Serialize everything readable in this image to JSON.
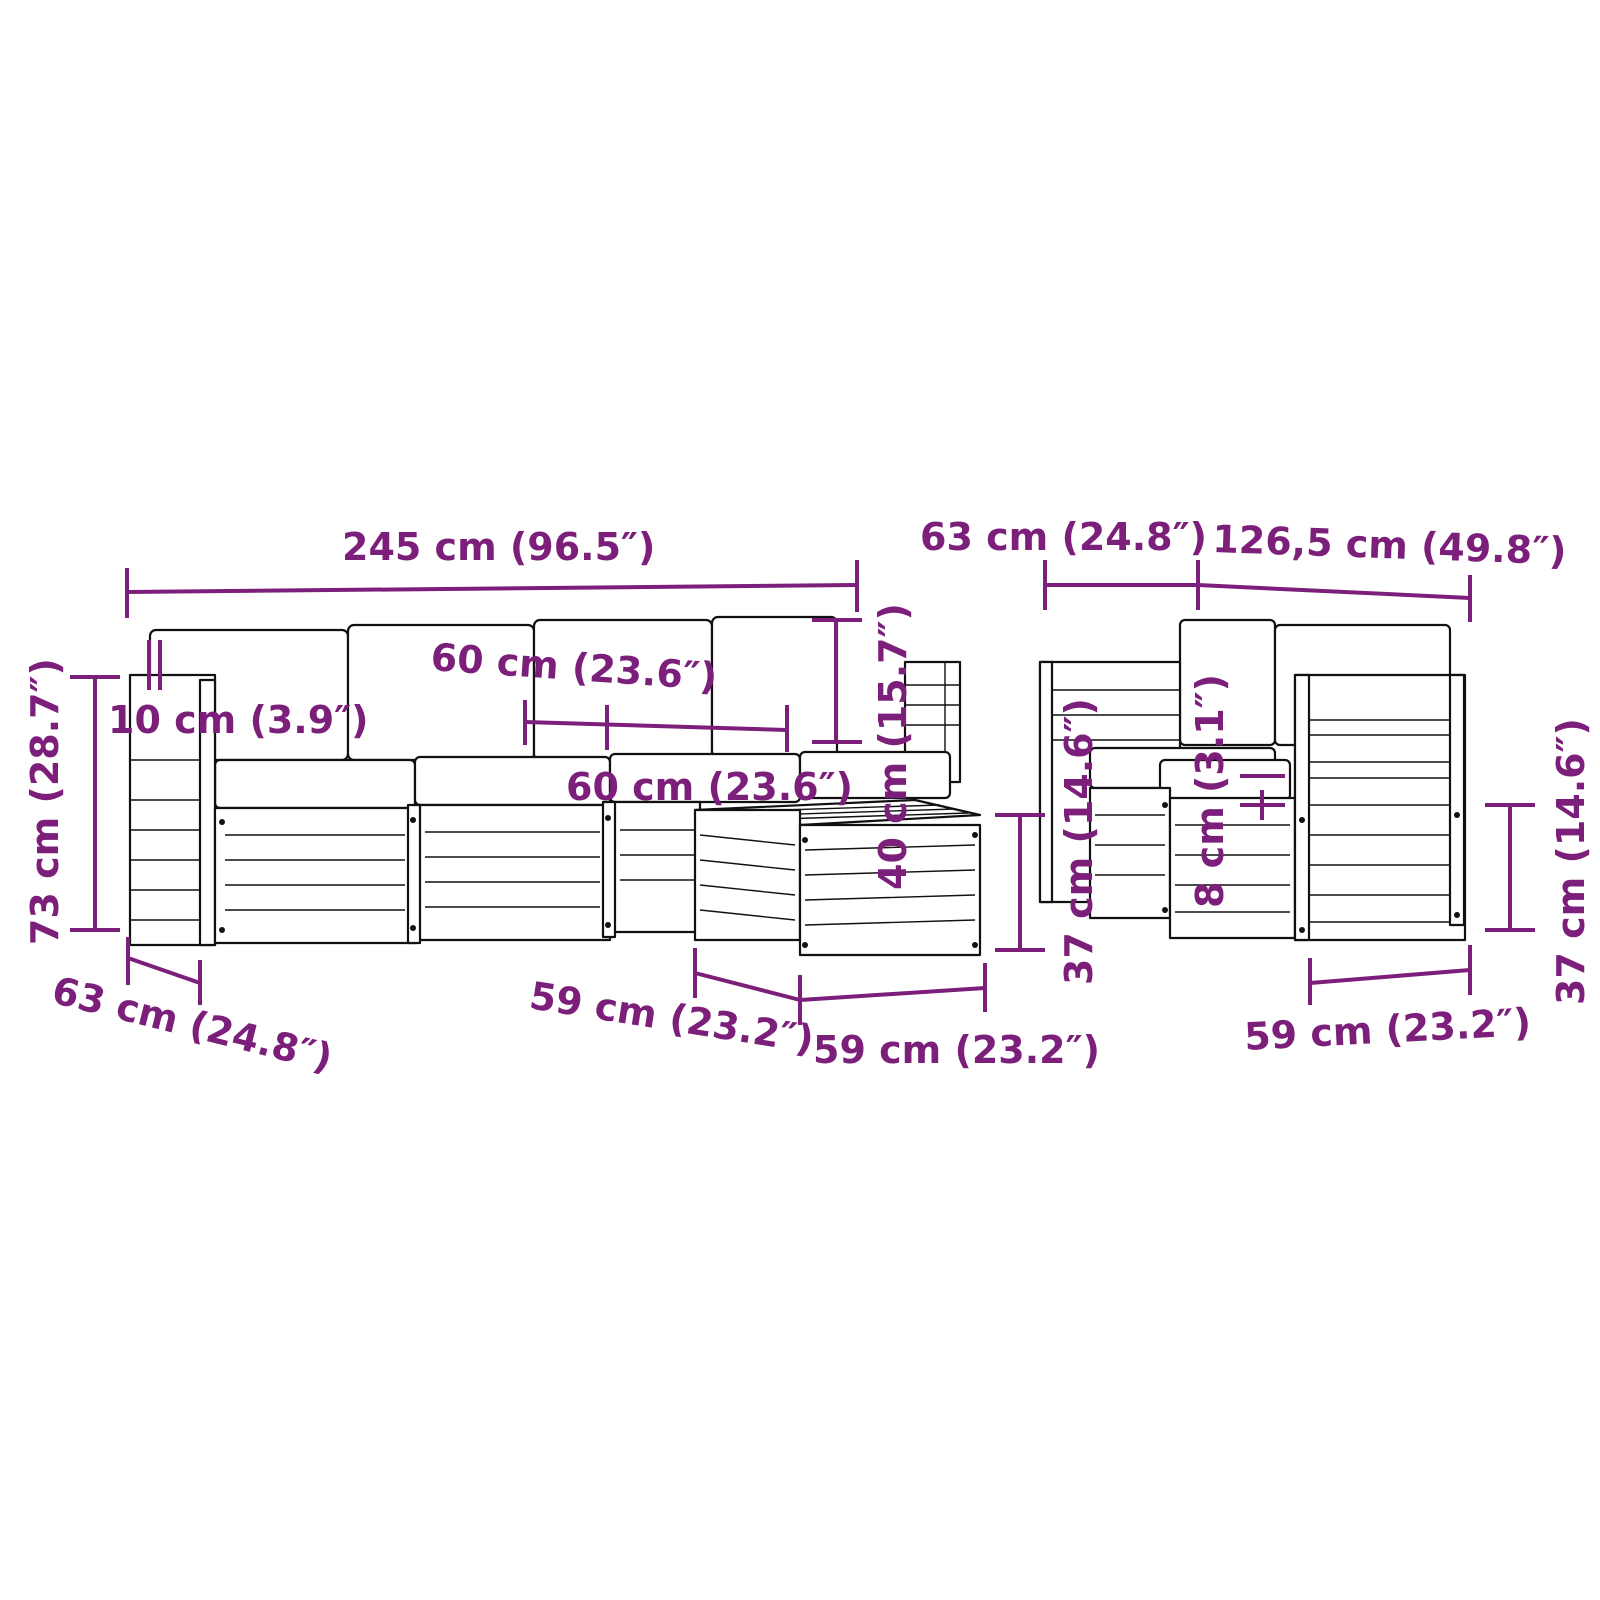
{
  "colors": {
    "dimension": "#7b1f7a",
    "outline": "#111111",
    "background": "#ffffff"
  },
  "labels": {
    "sofa_width": "245 cm (96.5″)",
    "armrest_width": "10 cm (3.9″)",
    "height_total": "73 cm (28.7″)",
    "sofa_depth": "63 cm (24.8″)",
    "module_width_back": "60 cm (23.6″)",
    "module_width_seat": "60 cm (23.6″)",
    "backrest_height": "40 cm (15.7″)",
    "table_depth": "59 cm (23.2″)",
    "table_width": "59 cm (23.2″)",
    "table_height": "37 cm (14.6″)",
    "chair_depth": "63 cm (24.8″)",
    "chair_width": "126,5 cm (49.8″)",
    "chair_seat_height": "37 cm (14.6″)",
    "cushion_thickness": "8 cm (3.1″)",
    "chair_height_right": "37 cm (14.6″)",
    "chair_module_width": "59 cm (23.2″)"
  }
}
